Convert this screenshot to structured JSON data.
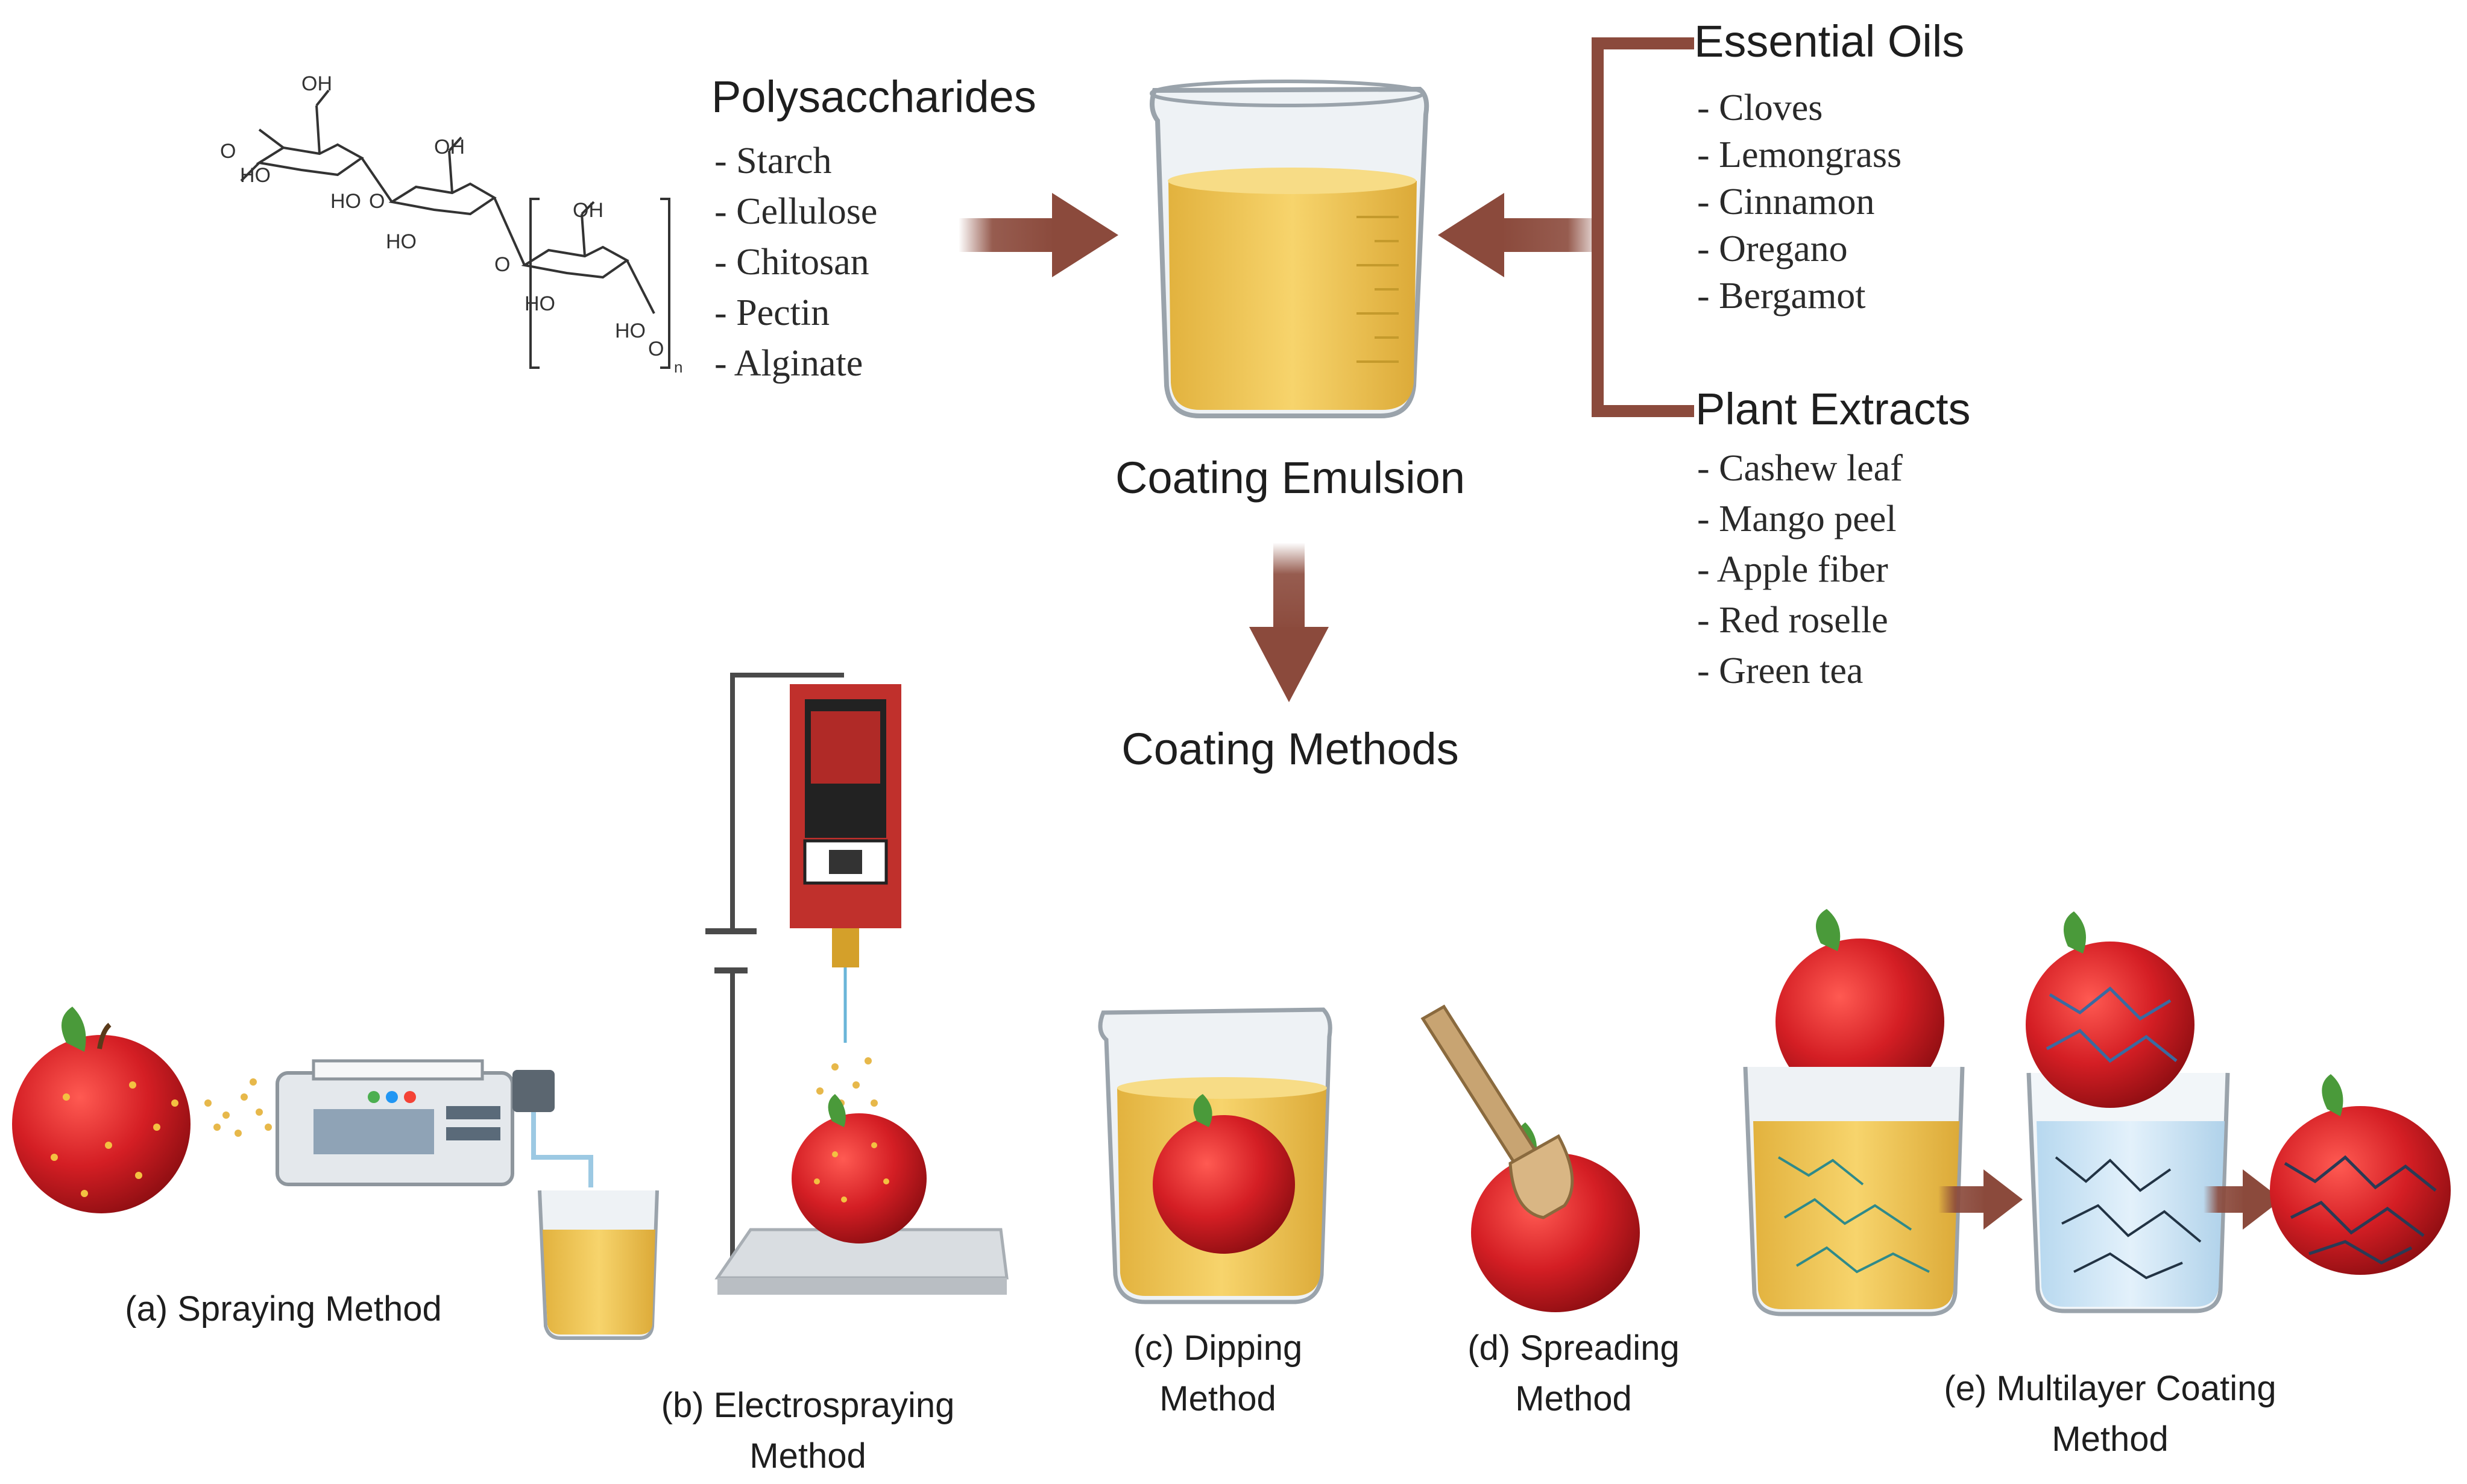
{
  "polysaccharides": {
    "title": "Polysaccharides",
    "items": [
      "- Starch",
      "- Cellulose",
      "- Chitosan",
      "- Pectin",
      "- Alginate"
    ]
  },
  "essential_oils": {
    "title": "Essential Oils",
    "items": [
      "- Cloves",
      "- Lemongrass",
      "- Cinnamon",
      "- Oregano",
      "- Bergamot"
    ]
  },
  "plant_extracts": {
    "title": "Plant Extracts",
    "items": [
      "- Cashew leaf",
      "- Mango peel",
      "- Apple fiber",
      "- Red roselle",
      "- Green tea"
    ]
  },
  "center": {
    "emulsion_label": "Coating Emulsion",
    "methods_label": "Coating Methods"
  },
  "structure_labels": {
    "oh": "OH",
    "ho": "HO",
    "o": "O",
    "n": "n"
  },
  "methods": {
    "a": {
      "line1": "(a) Spraying Method"
    },
    "b": {
      "line1": "(b) Electrospraying",
      "line2": "Method"
    },
    "c": {
      "line1": "(c) Dipping",
      "line2": "Method"
    },
    "d": {
      "line1": "(d) Spreading",
      "line2": "Method"
    },
    "e": {
      "line1": "(e) Multilayer Coating",
      "line2": "Method"
    }
  },
  "colors": {
    "arrow": "#8b4a3c",
    "liquid": "#f0c85a",
    "apple": "#d41e24",
    "leaf": "#4a9a3a",
    "glass": "#e9eef2",
    "syringe_red": "#c0302c",
    "water": "#cfe6f5"
  }
}
